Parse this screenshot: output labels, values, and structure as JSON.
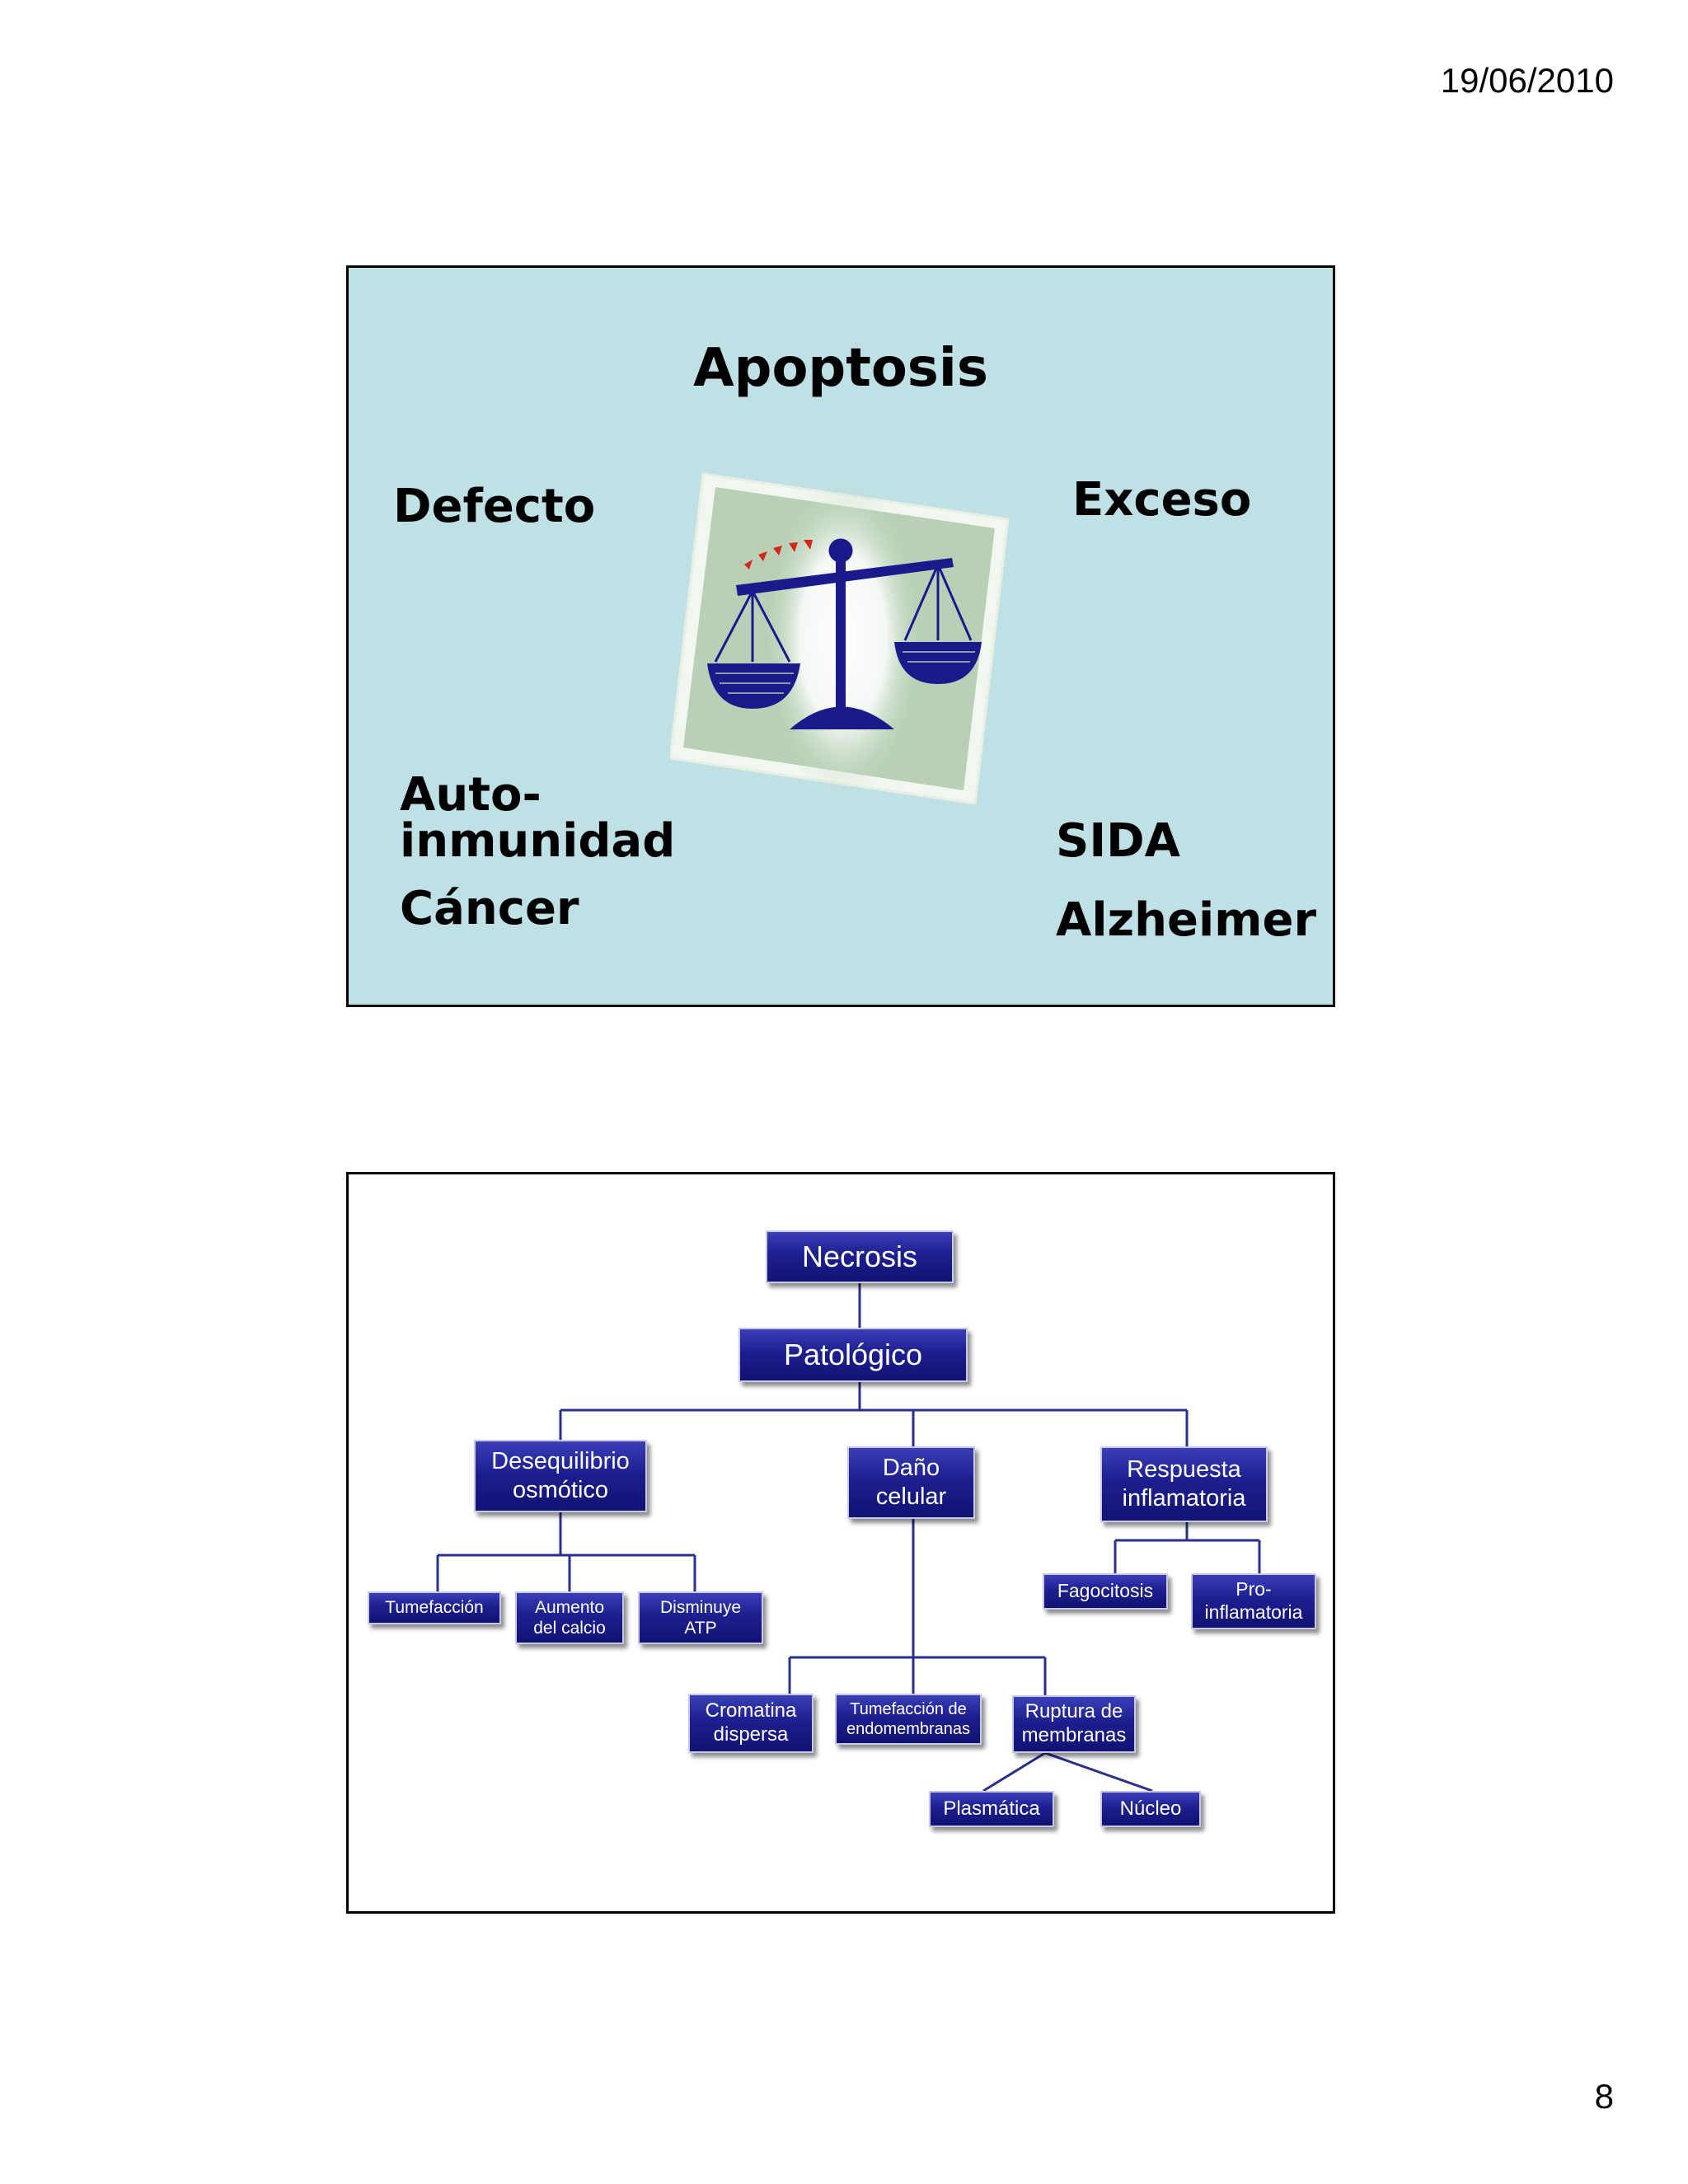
{
  "header": {
    "date": "19/06/2010"
  },
  "footer": {
    "page_number": "8"
  },
  "slide1": {
    "title": "Apoptosis",
    "left_heading": "Defecto",
    "right_heading": "Exceso",
    "left_items": [
      "Auto-\ninmunidad",
      "Cáncer"
    ],
    "right_items": [
      "SIDA",
      "Alzheimer"
    ],
    "illustration_icon": "balance-scale-icon"
  },
  "slide2": {
    "root": "Necrosis",
    "level1": "Patológico",
    "branches": {
      "osmotic": "Desequilibrio\nosmótico",
      "cell_damage": "Daño\ncelular",
      "inflammatory": "Respuesta\ninflamatoria"
    },
    "osmotic_children": [
      "Tumefacción",
      "Aumento\ndel calcio",
      "Disminuye\nATP"
    ],
    "cell_damage_children": [
      "Cromatina\ndispersa",
      "Tumefacción de\nendomembranas",
      "Ruptura de\nmembranas"
    ],
    "membrane_children": [
      "Plasmática",
      "Núcleo"
    ],
    "inflammatory_children": [
      "Fagocitosis",
      "Pro-\ninflamatoria"
    ],
    "colors": {
      "node": "#1d1f8f",
      "connector": "#2b2f8c",
      "slide1_bg": "#bfe0e4"
    }
  }
}
